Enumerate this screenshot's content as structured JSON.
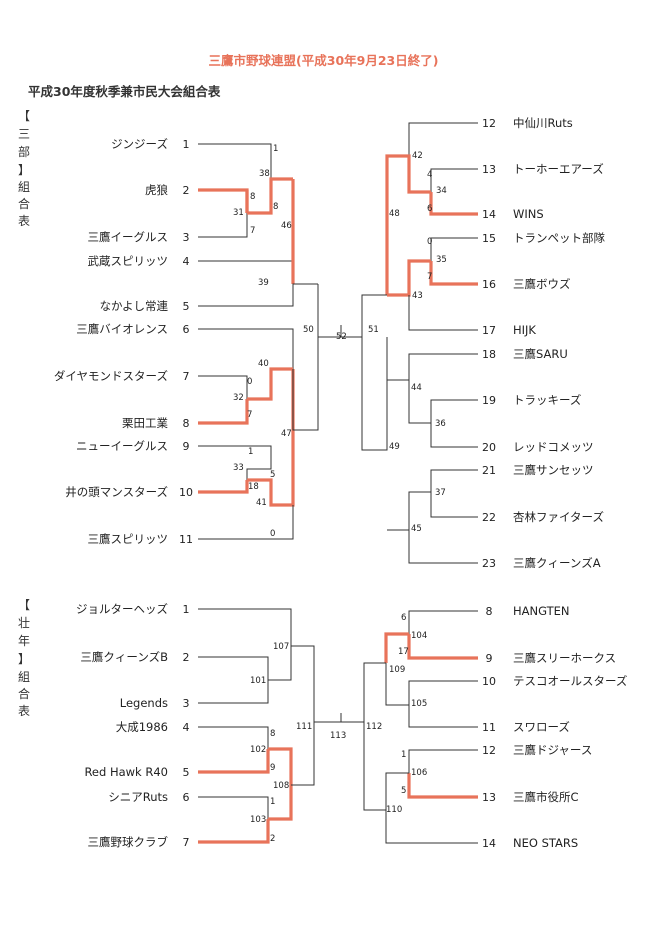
{
  "title": "三鷹市野球連盟(平成30年9月23日終了)",
  "subtitle": "平成30年度秋季兼市民大会組合表",
  "sections": [
    {
      "label_top": [
        "【",
        "三",
        "部",
        "】"
      ],
      "label_bottom": [
        "組",
        "合",
        "表"
      ],
      "left_teams": [
        {
          "num": "1",
          "name": "ジンジーズ"
        },
        {
          "num": "2",
          "name": "虎狼"
        },
        {
          "num": "3",
          "name": "三鷹イーグルス"
        },
        {
          "num": "4",
          "name": "武蔵スピリッツ"
        },
        {
          "num": "5",
          "name": "なかよし常連"
        },
        {
          "num": "6",
          "name": "三鷹バイオレンス"
        },
        {
          "num": "7",
          "name": "ダイヤモンドスターズ"
        },
        {
          "num": "8",
          "name": "栗田工業"
        },
        {
          "num": "9",
          "name": "ニューイーグルス"
        },
        {
          "num": "10",
          "name": "井の頭マンスターズ"
        },
        {
          "num": "11",
          "name": "三鷹スピリッツ"
        }
      ],
      "right_teams": [
        {
          "num": "12",
          "name": "中仙川Ruts"
        },
        {
          "num": "13",
          "name": "トーホーエアーズ"
        },
        {
          "num": "14",
          "name": "WINS"
        },
        {
          "num": "15",
          "name": "トランペット部隊"
        },
        {
          "num": "16",
          "name": "三鷹ボウズ"
        },
        {
          "num": "17",
          "name": "HIJK"
        },
        {
          "num": "18",
          "name": "三鷹SARU"
        },
        {
          "num": "19",
          "name": "トラッキーズ"
        },
        {
          "num": "20",
          "name": "レッドコメッツ"
        },
        {
          "num": "21",
          "name": "三鷹サンセッツ"
        },
        {
          "num": "22",
          "name": "杏林ファイターズ"
        },
        {
          "num": "23",
          "name": "三鷹クィーンズA"
        }
      ],
      "match_labels": [
        "1",
        "38",
        "8",
        "31",
        "7",
        "8",
        "46",
        "39",
        "50",
        "52",
        "51",
        "48",
        "42",
        "4",
        "34",
        "6",
        "0",
        "35",
        "7",
        "43",
        "40",
        "0",
        "32",
        "7",
        "47",
        "1",
        "33",
        "5",
        "18",
        "41",
        "0",
        "44",
        "36",
        "49",
        "37",
        "45"
      ]
    },
    {
      "label_top": [
        "【",
        "壮",
        "年",
        "】"
      ],
      "label_bottom": [
        "組",
        "合",
        "表"
      ],
      "left_teams": [
        {
          "num": "1",
          "name": "ジョルターヘッズ"
        },
        {
          "num": "2",
          "name": "三鷹クィーンズB"
        },
        {
          "num": "3",
          "name": "Legends"
        },
        {
          "num": "4",
          "name": "大成1986"
        },
        {
          "num": "5",
          "name": "Red Hawk R40"
        },
        {
          "num": "6",
          "name": "シニアRuts"
        },
        {
          "num": "7",
          "name": "三鷹野球クラブ"
        }
      ],
      "right_teams": [
        {
          "num": "8",
          "name": "HANGTEN"
        },
        {
          "num": "9",
          "name": "三鷹スリーホークス"
        },
        {
          "num": "10",
          "name": "テスコオールスターズ"
        },
        {
          "num": "11",
          "name": "スワローズ"
        },
        {
          "num": "12",
          "name": "三鷹ドジャース"
        },
        {
          "num": "13",
          "name": "三鷹市役所C"
        },
        {
          "num": "14",
          "name": "NEO STARS"
        }
      ],
      "match_labels": [
        "107",
        "101",
        "8",
        "102",
        "9",
        "108",
        "1",
        "103",
        "2",
        "111",
        "113",
        "112",
        "6",
        "104",
        "17",
        "109",
        "105",
        "1",
        "106",
        "5",
        "110"
      ]
    }
  ],
  "colors": {
    "winner_line": "#e8735a",
    "line": "#333333",
    "title": "#e8735a"
  }
}
